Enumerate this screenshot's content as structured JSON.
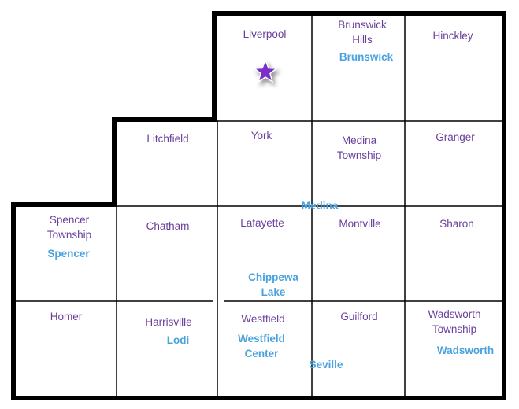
{
  "townships": {
    "liverpool": "Liverpool",
    "brunswick_hills": "Brunswick\nHills",
    "hinckley": "Hinckley",
    "litchfield": "Litchfield",
    "york": "York",
    "medina_township": "Medina\nTownship",
    "granger": "Granger",
    "spencer_township": "Spencer\nTownship",
    "chatham": "Chatham",
    "lafayette": "Lafayette",
    "montville": "Montville",
    "sharon": "Sharon",
    "homer": "Homer",
    "harrisville": "Harrisville",
    "westfield": "Westfield",
    "guilford": "Guilford",
    "wadsworth_township": "Wadsworth\nTownship"
  },
  "cities": {
    "brunswick": "Brunswick",
    "medina": "Medina",
    "spencer": "Spencer",
    "chippewa_lake": "Chippewa\nLake",
    "lodi": "Lodi",
    "westfield_center": "Westfield\nCenter",
    "seville": "Seville",
    "wadsworth": "Wadsworth"
  },
  "marker": {
    "icon": "star-icon",
    "color": "#7b2fc9"
  },
  "colors": {
    "township": "#6a3f9c",
    "city": "#4aa3df",
    "border": "#000000"
  }
}
